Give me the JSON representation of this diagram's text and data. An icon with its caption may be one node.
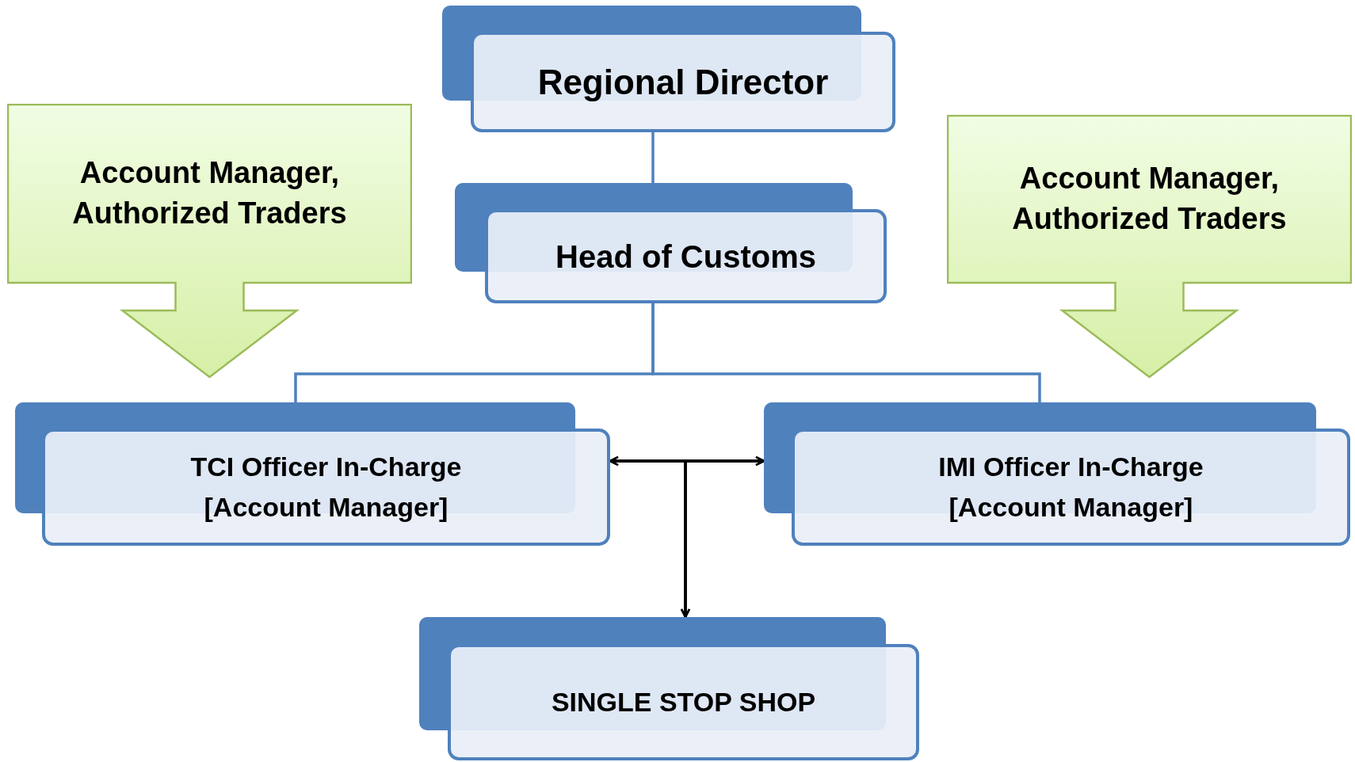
{
  "diagram": {
    "nodes": [
      {
        "text": [
          "Regional Director"
        ]
      },
      {
        "text": [
          "Head of Customs"
        ]
      },
      {
        "text": [
          "Account Manager, Authorized Traders"
        ]
      },
      {
        "text": [
          "Account Manager, Authorized Traders"
        ]
      },
      {
        "text": [
          "TCI Officer In-Charge [Account Manager]"
        ]
      },
      {
        "text": [
          "IMI Officer In-Charge [Account Manager]"
        ]
      },
      {
        "text": [
          "SINGLE STOP SHOP"
        ]
      }
    ],
    "edges": [
      {
        "from": 0,
        "to": 1,
        "arrow": "none"
      },
      {
        "from": 1,
        "to": 4,
        "arrow": "none"
      },
      {
        "from": 1,
        "to": 5,
        "arrow": "none"
      },
      {
        "from": 4,
        "to": 5,
        "arrow": "both",
        "color": "#000000"
      },
      {
        "from": 4,
        "to": 6,
        "arrow": "both",
        "color": "#000000"
      },
      {
        "from": 5,
        "to": 6,
        "arrow": "both",
        "color": "#000000"
      }
    ]
  }
}
